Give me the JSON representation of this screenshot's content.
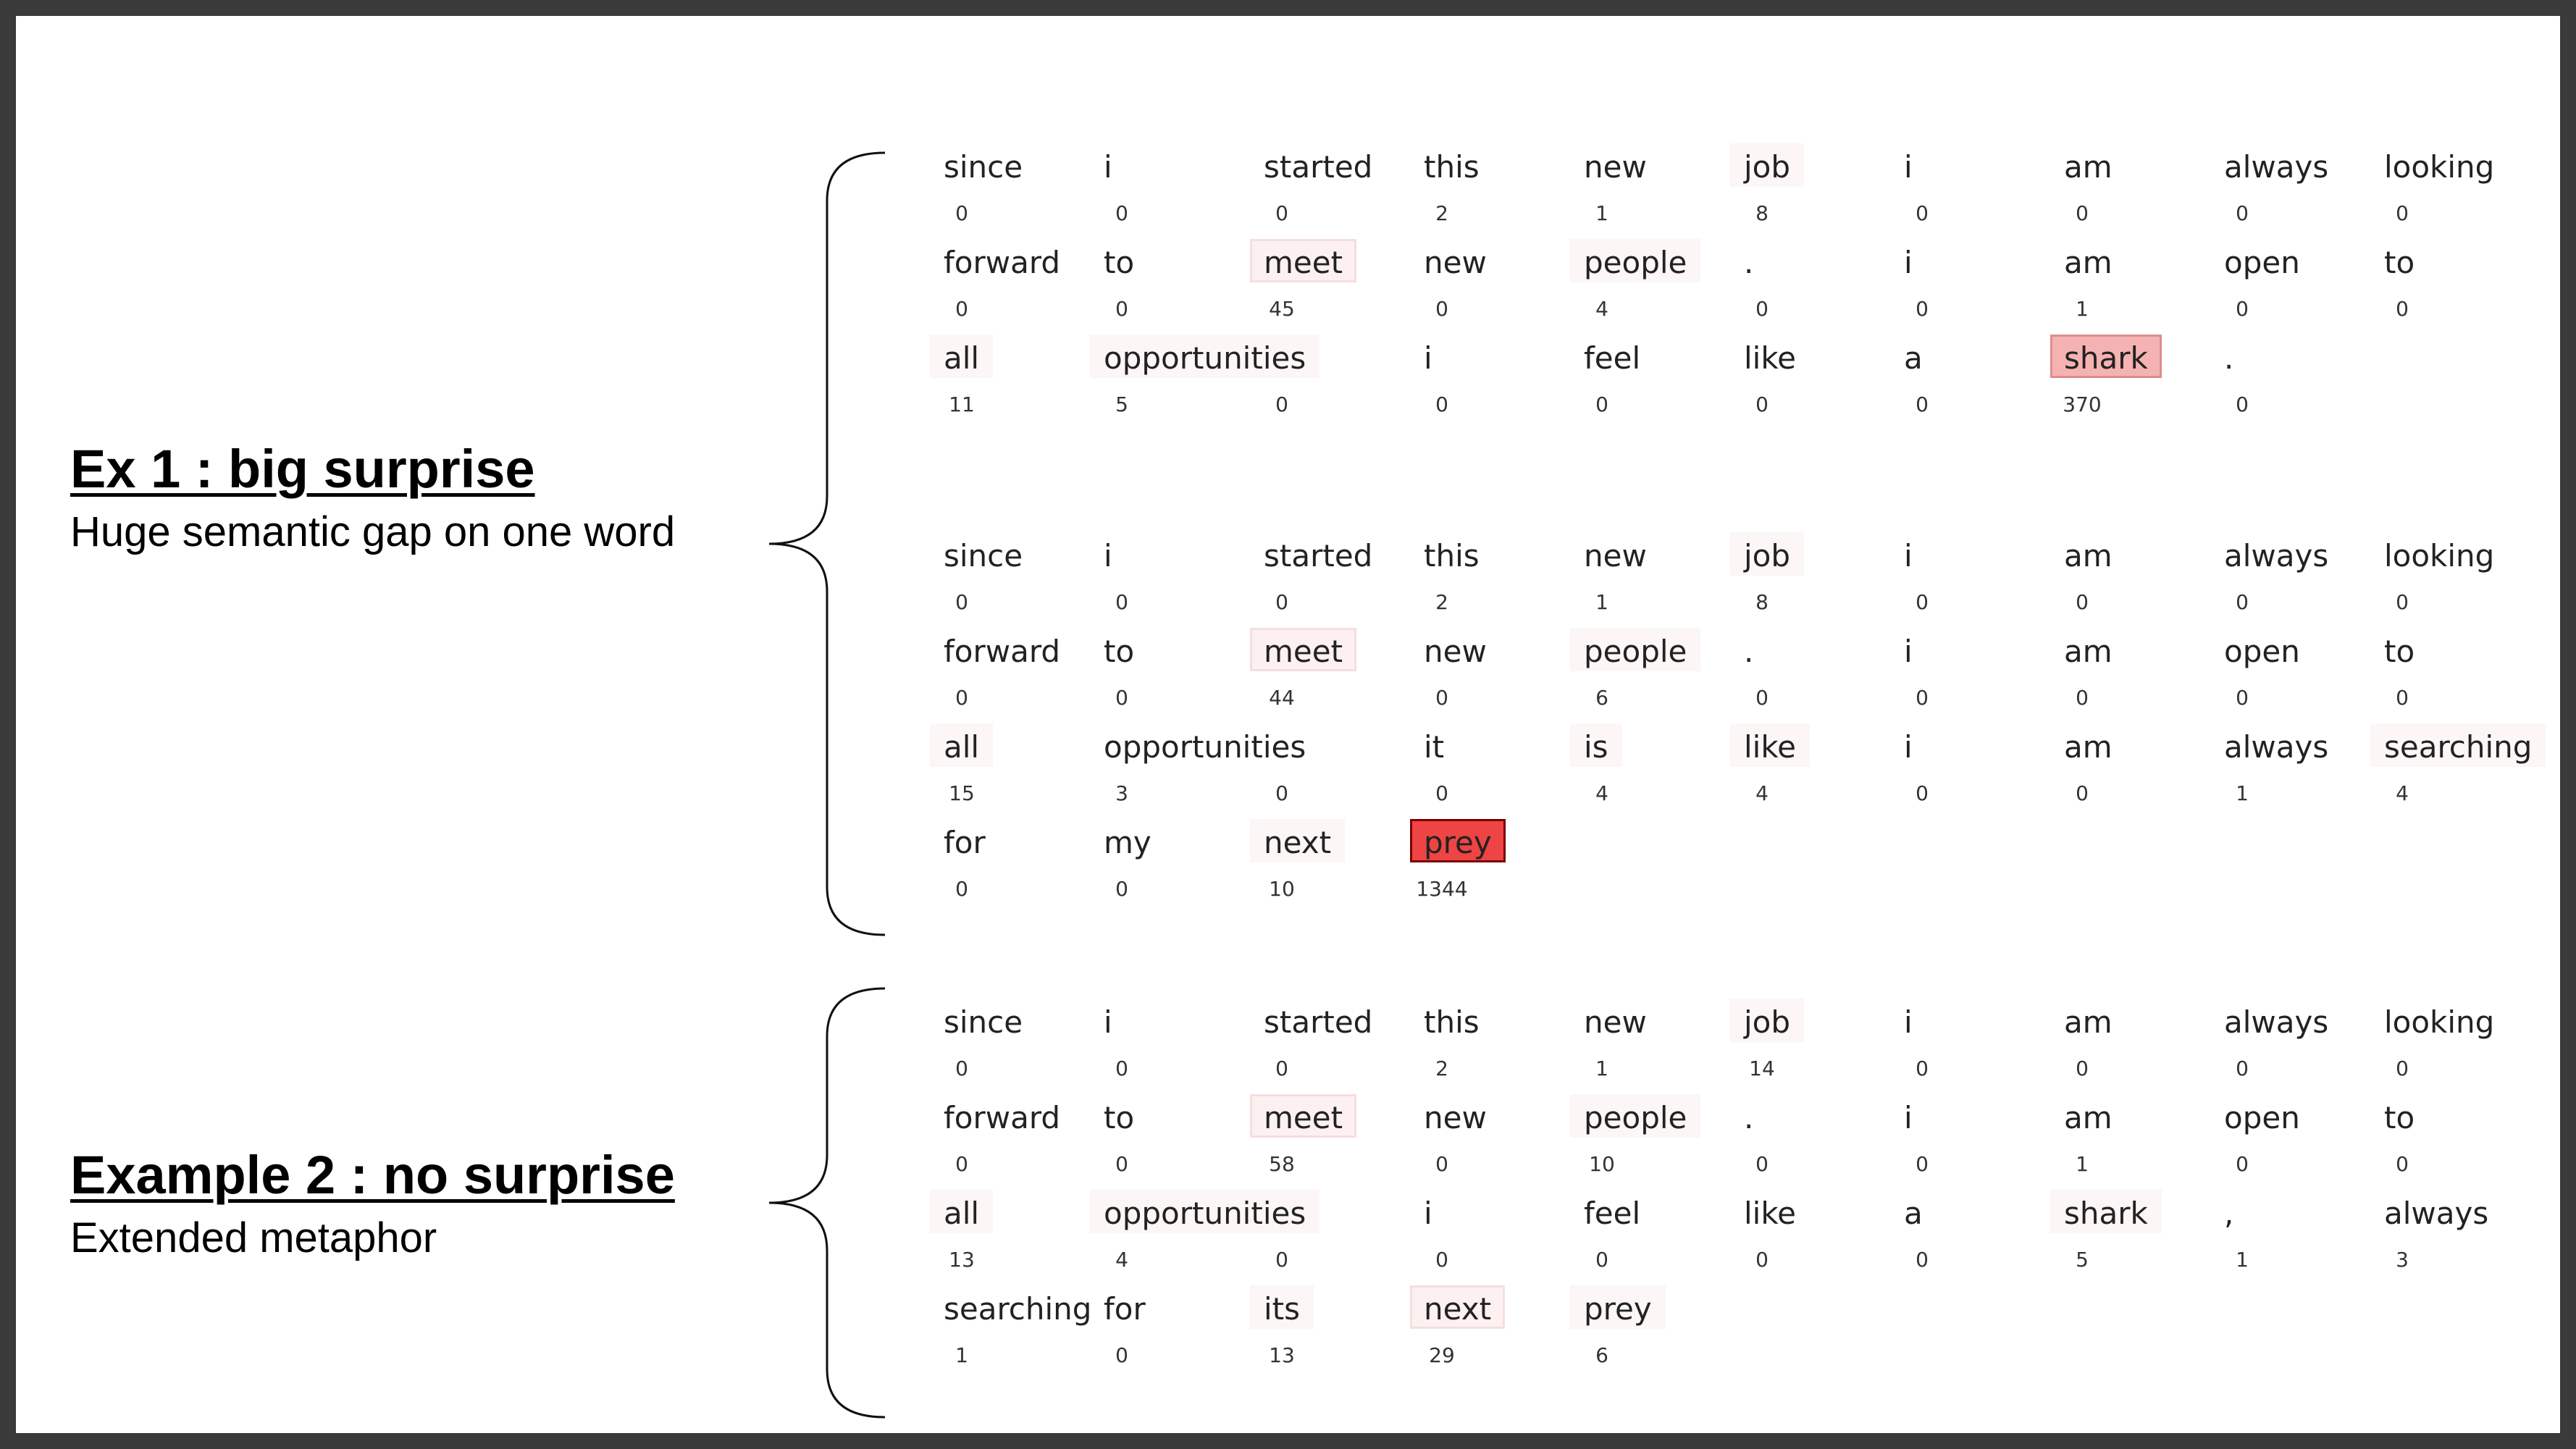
{
  "examples": [
    {
      "title": "Ex 1 : big surprise",
      "subtitle": "Huge semantic gap on one word",
      "passages": [
        {
          "tokens": [
            {
              "w": "since",
              "s": 0
            },
            {
              "w": "i",
              "s": 0
            },
            {
              "w": "started",
              "s": 0
            },
            {
              "w": "this",
              "s": 2
            },
            {
              "w": "new",
              "s": 1
            },
            {
              "w": "job",
              "s": 8
            },
            {
              "w": "i",
              "s": 0
            },
            {
              "w": "am",
              "s": 0
            },
            {
              "w": "always",
              "s": 0
            },
            {
              "w": "looking",
              "s": 0
            },
            {
              "w": "forward",
              "s": 0
            },
            {
              "w": "to",
              "s": 0
            },
            {
              "w": "meet",
              "s": 45
            },
            {
              "w": "new",
              "s": 0
            },
            {
              "w": "people",
              "s": 4
            },
            {
              "w": ".",
              "s": 0
            },
            {
              "w": "i",
              "s": 0
            },
            {
              "w": "am",
              "s": 1
            },
            {
              "w": "open",
              "s": 0
            },
            {
              "w": "to",
              "s": 0
            },
            {
              "w": "all",
              "s": 11
            },
            {
              "w": "opportunities",
              "s": 5
            },
            {
              "w": "",
              "s": 0
            },
            {
              "w": "i",
              "s": 0
            },
            {
              "w": "feel",
              "s": 0
            },
            {
              "w": "like",
              "s": 0
            },
            {
              "w": "a",
              "s": 0
            },
            {
              "w": "shark",
              "s": 370
            },
            {
              "w": ".",
              "s": 0
            }
          ]
        },
        {
          "tokens": [
            {
              "w": "since",
              "s": 0
            },
            {
              "w": "i",
              "s": 0
            },
            {
              "w": "started",
              "s": 0
            },
            {
              "w": "this",
              "s": 2
            },
            {
              "w": "new",
              "s": 1
            },
            {
              "w": "job",
              "s": 8
            },
            {
              "w": "i",
              "s": 0
            },
            {
              "w": "am",
              "s": 0
            },
            {
              "w": "always",
              "s": 0
            },
            {
              "w": "looking",
              "s": 0
            },
            {
              "w": "forward",
              "s": 0
            },
            {
              "w": "to",
              "s": 0
            },
            {
              "w": "meet",
              "s": 44
            },
            {
              "w": "new",
              "s": 0
            },
            {
              "w": "people",
              "s": 6
            },
            {
              "w": ".",
              "s": 0
            },
            {
              "w": "i",
              "s": 0
            },
            {
              "w": "am",
              "s": 0
            },
            {
              "w": "open",
              "s": 0
            },
            {
              "w": "to",
              "s": 0
            },
            {
              "w": "all",
              "s": 15
            },
            {
              "w": "opportunities",
              "s": 3
            },
            {
              "w": "",
              "s": 0
            },
            {
              "w": "it",
              "s": 0
            },
            {
              "w": "is",
              "s": 4
            },
            {
              "w": "like",
              "s": 4
            },
            {
              "w": "i",
              "s": 0
            },
            {
              "w": "am",
              "s": 0
            },
            {
              "w": "always",
              "s": 1
            },
            {
              "w": "searching",
              "s": 4
            },
            {
              "w": "for",
              "s": 0
            },
            {
              "w": "my",
              "s": 0
            },
            {
              "w": "next",
              "s": 10
            },
            {
              "w": "prey",
              "s": 1344
            }
          ]
        }
      ]
    },
    {
      "title": "Example 2 : no surprise",
      "subtitle": "Extended metaphor",
      "passages": [
        {
          "tokens": [
            {
              "w": "since",
              "s": 0
            },
            {
              "w": "i",
              "s": 0
            },
            {
              "w": "started",
              "s": 0
            },
            {
              "w": "this",
              "s": 2
            },
            {
              "w": "new",
              "s": 1
            },
            {
              "w": "job",
              "s": 14
            },
            {
              "w": "i",
              "s": 0
            },
            {
              "w": "am",
              "s": 0
            },
            {
              "w": "always",
              "s": 0
            },
            {
              "w": "looking",
              "s": 0
            },
            {
              "w": "forward",
              "s": 0
            },
            {
              "w": "to",
              "s": 0
            },
            {
              "w": "meet",
              "s": 58
            },
            {
              "w": "new",
              "s": 0
            },
            {
              "w": "people",
              "s": 10
            },
            {
              "w": ".",
              "s": 0
            },
            {
              "w": "i",
              "s": 0
            },
            {
              "w": "am",
              "s": 1
            },
            {
              "w": "open",
              "s": 0
            },
            {
              "w": "to",
              "s": 0
            },
            {
              "w": "all",
              "s": 13
            },
            {
              "w": "opportunities",
              "s": 4
            },
            {
              "w": "",
              "s": 0
            },
            {
              "w": "i",
              "s": 0
            },
            {
              "w": "feel",
              "s": 0
            },
            {
              "w": "like",
              "s": 0
            },
            {
              "w": "a",
              "s": 0
            },
            {
              "w": "shark",
              "s": 5
            },
            {
              "w": ",",
              "s": 1
            },
            {
              "w": "always",
              "s": 3
            },
            {
              "w": "searching",
              "s": 1
            },
            {
              "w": "for",
              "s": 0
            },
            {
              "w": "its",
              "s": 13
            },
            {
              "w": "next",
              "s": 29
            },
            {
              "w": "prey",
              "s": 6
            }
          ]
        }
      ]
    }
  ]
}
